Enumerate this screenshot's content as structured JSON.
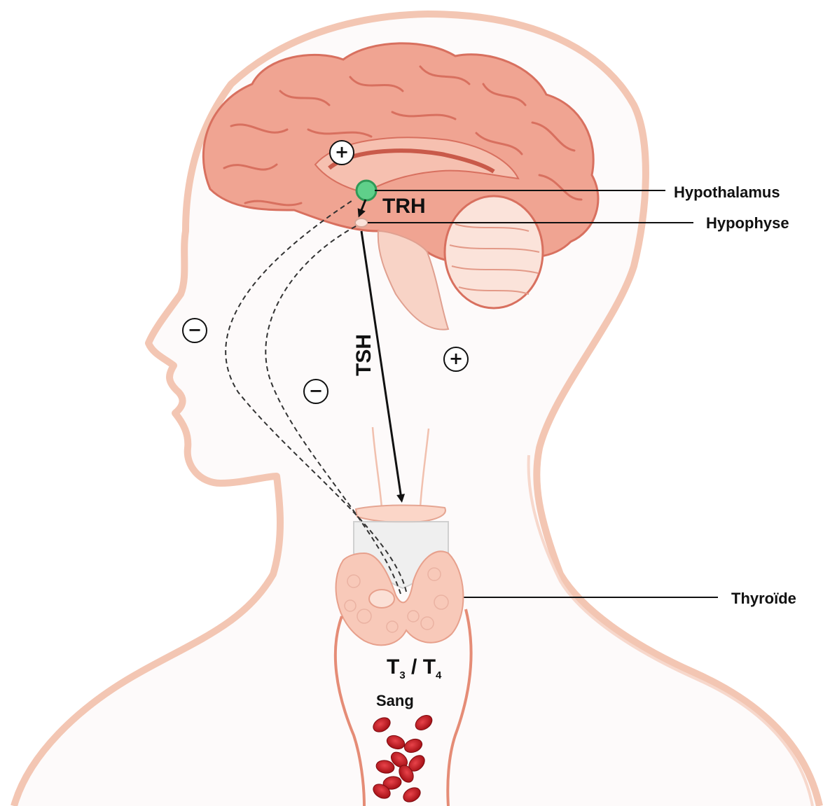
{
  "labels": {
    "hypothalamus": "Hypothalamus",
    "hypophyse": "Hypophyse",
    "thyroide": "Thyroïde",
    "trh": "TRH",
    "tsh": "TSH",
    "t3_main": "T",
    "t3_sub": "3",
    "separator": " / ",
    "t4_main": "T",
    "t4_sub": "4",
    "sang": "Sang"
  },
  "signs": {
    "plus": "+",
    "minus": "−"
  },
  "colors": {
    "body_outline": "#f2c4b0",
    "brain": "#ee9f8c",
    "brain_dark": "#d8705f",
    "hypothalamus": "#5fd08a",
    "thyroid": "#f6c7b8",
    "blood_cell": "#c8161d",
    "arrow": "#111111"
  }
}
